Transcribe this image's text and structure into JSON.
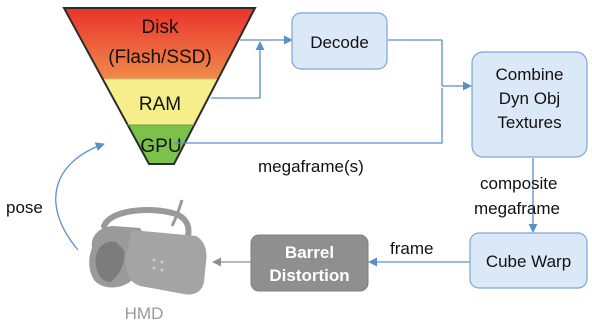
{
  "funnel": {
    "disk_line1": "Disk",
    "disk_line2": "(Flash/SSD)",
    "ram": "RAM",
    "gpu": "GPU",
    "colors": {
      "disk_top": "#e8312a",
      "disk_bottom": "#f08a4a",
      "ram": "#f6ee8a",
      "gpu": "#7cc24a"
    }
  },
  "boxes": {
    "decode": "Decode",
    "combine_line1": "Combine",
    "combine_line2": "Dyn Obj",
    "combine_line3": "Textures",
    "cube_warp": "Cube Warp",
    "barrel_line1": "Barrel",
    "barrel_line2": "Distortion"
  },
  "edge_labels": {
    "megaframes": "megaframe(s)",
    "composite_line1": "composite",
    "composite_line2": "megaframe",
    "frame": "frame",
    "pose": "pose"
  },
  "hmd": {
    "label": "HMD",
    "icon": "vr-headset-icon"
  },
  "colors": {
    "box_fill": "#dbe8f7",
    "box_stroke": "#7aa6d6",
    "arrow": "#5b8fc9",
    "barrel_fill": "#8f8f8f",
    "hmd_gray": "#9a9a9a"
  }
}
